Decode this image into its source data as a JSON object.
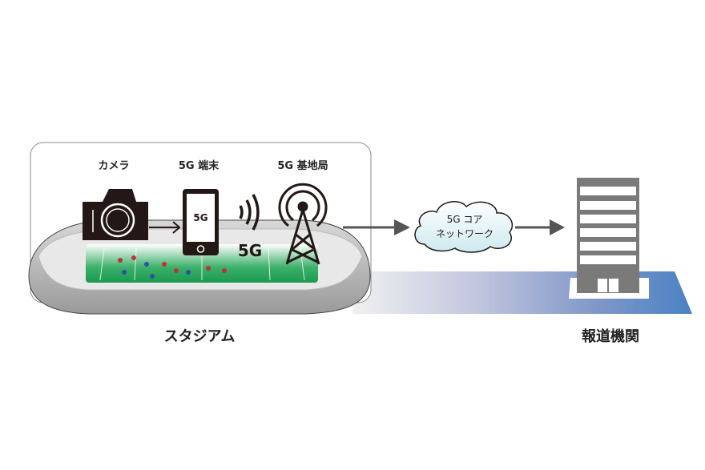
{
  "labels": {
    "camera": "カメラ",
    "device": "5G 端末",
    "base_station": "5G 基地局",
    "phone_screen": "5G",
    "wireless": "5G",
    "cloud_line1": "5G コア",
    "cloud_line2": "ネットワーク",
    "stadium": "スタジアム",
    "media": "報道機関"
  },
  "colors": {
    "field": "#1aa05a",
    "band_end": "#4a82c4",
    "building": "#7a7a7a",
    "arrow": "#555555",
    "cloud_fill": "#d6eef2"
  }
}
